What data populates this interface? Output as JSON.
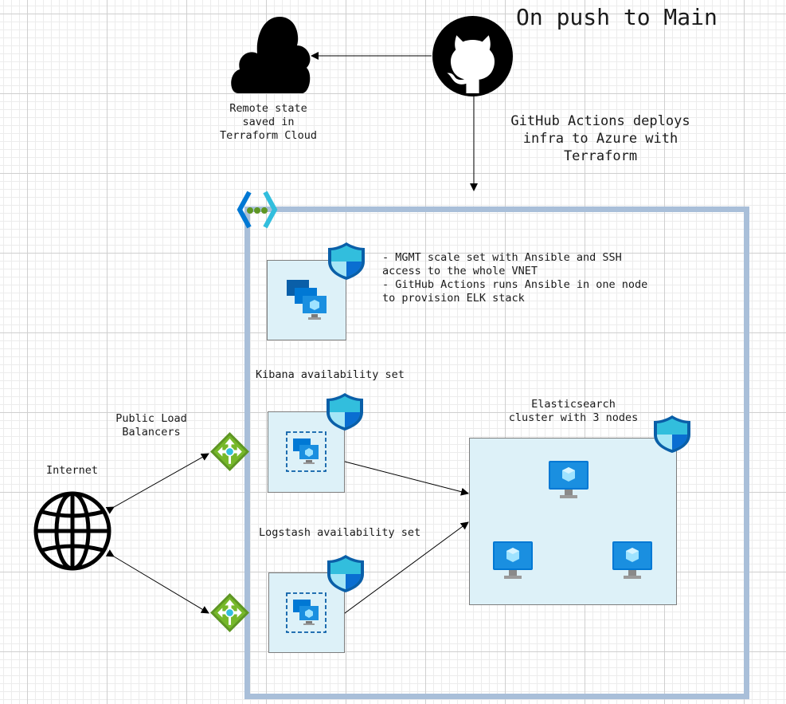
{
  "title": "On push to Main",
  "remote_state": {
    "lines": [
      "Remote state",
      "saved in",
      "Terraform Cloud"
    ]
  },
  "deploy_note": {
    "lines": [
      "GitHub Actions deploys",
      "infra to Azure with",
      "Terraform"
    ]
  },
  "mgmt_note": {
    "lines": [
      "- MGMT scale set with Ansible and SSH",
      "access to the whole VNET",
      "- GitHub Actions runs Ansible in one node",
      "to provision ELK stack"
    ]
  },
  "kibana_label": "Kibana availability set",
  "logstash_label": "Logstash availability set",
  "elasticsearch_label": {
    "lines": [
      "Elasticsearch",
      "cluster with 3 nodes"
    ]
  },
  "lb_label": {
    "lines": [
      "Public Load",
      "Balancers"
    ]
  },
  "internet_label": "Internet",
  "colors": {
    "vnet_border": "#a9bfd9",
    "tile_fill": "#ddf1f8",
    "azure_blue": "#0078d4",
    "shield_cyan": "#32bedd",
    "lb_green": "#5e9624"
  },
  "icons": {
    "github": "github-octocat-icon",
    "cloud": "cloud-icon",
    "vnet": "virtual-network-icon",
    "shield": "network-security-group-icon",
    "vm": "virtual-machine-icon",
    "scale_set": "vm-scale-set-icon",
    "availability_set": "availability-set-icon",
    "load_balancer": "load-balancer-icon",
    "globe": "globe-icon"
  }
}
